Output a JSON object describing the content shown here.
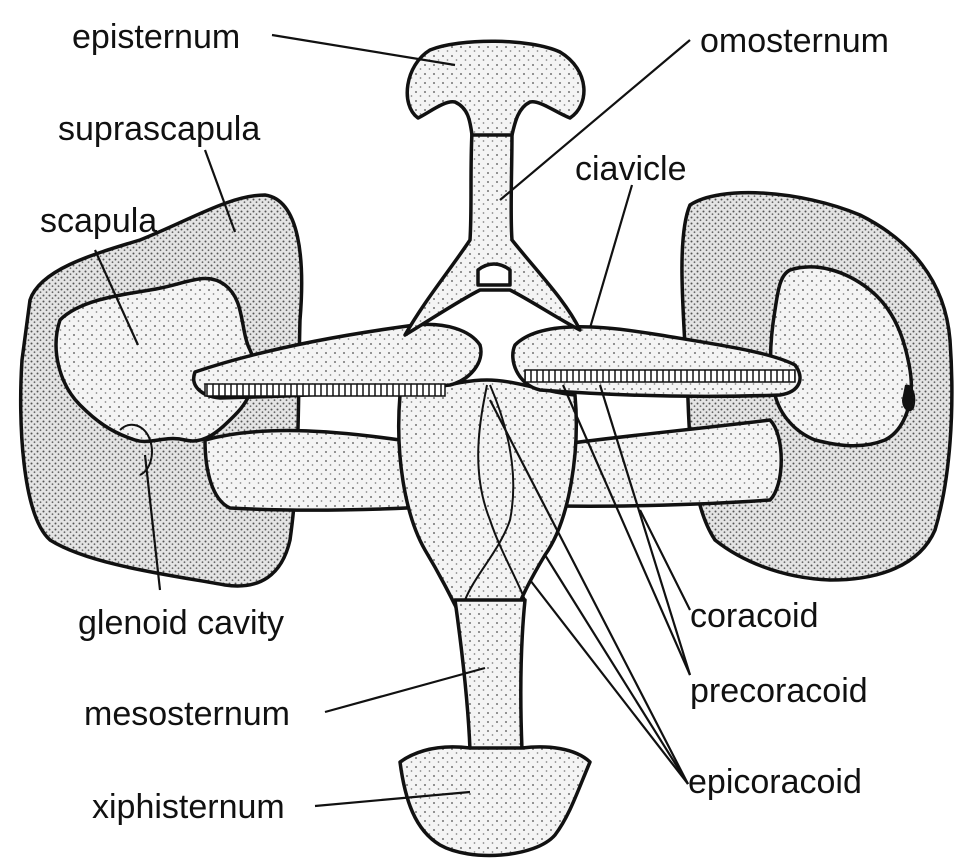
{
  "labels": {
    "episternum": "episternum",
    "omosternum": "omosternum",
    "suprascapula": "suprascapula",
    "scapula": "scapula",
    "clavicle": "ciavicle",
    "glenoid_cavity": "glenoid cavity",
    "coracoid": "coracoid",
    "precoracoid": "precoracoid",
    "mesosternum": "mesosternum",
    "xiphisternum": "xiphisternum",
    "epicoracoid": "epicoracoid"
  },
  "colors": {
    "ink": "#111111",
    "bone": "#efefef",
    "cartilage": "#f7f7f7",
    "stipple": "#7a7a7a"
  }
}
